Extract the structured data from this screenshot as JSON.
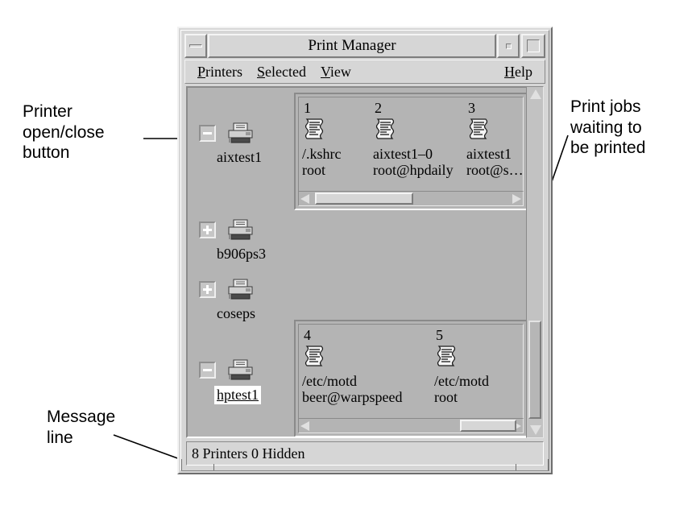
{
  "annotations": {
    "left": "Printer\nopen/close\nbutton",
    "right": "Print jobs\nwaiting to\nbe printed",
    "message": "Message\nline"
  },
  "window": {
    "title": "Print Manager",
    "controls": {
      "window_menu": "window-menu-button",
      "minimize": "minimize-button",
      "maximize": "maximize-button"
    }
  },
  "menubar": {
    "items": [
      {
        "mnemonic": "P",
        "rest": "rinters"
      },
      {
        "mnemonic": "S",
        "rest": "elected"
      },
      {
        "mnemonic": "V",
        "rest": "iew"
      }
    ],
    "help": {
      "mnemonic": "H",
      "rest": "elp"
    }
  },
  "printers": [
    {
      "name": "aixtest1",
      "toggle": "-",
      "expanded": true,
      "selected": false
    },
    {
      "name": "b906ps3",
      "toggle": "+",
      "expanded": false,
      "selected": false
    },
    {
      "name": "coseps",
      "toggle": "+",
      "expanded": false,
      "selected": false
    },
    {
      "name": "hptest1",
      "toggle": "-",
      "expanded": true,
      "selected": true
    }
  ],
  "job_panels": [
    {
      "printer": "aixtest1",
      "scroll_thumb_left_pct": 2,
      "scroll_thumb_width_pct": 44,
      "jobs": [
        {
          "number": "1",
          "name": "/.kshrc",
          "owner": "root"
        },
        {
          "number": "2",
          "name": "aixtest1–0",
          "owner": "root@hpdaily"
        },
        {
          "number": "3",
          "name": "aixtest1",
          "owner": "root@s…"
        }
      ]
    },
    {
      "printer": "hptest1",
      "scroll_thumb_left_pct": 67,
      "scroll_thumb_width_pct": 25,
      "jobs": [
        {
          "number": "4",
          "name": "/etc/motd",
          "owner": "beer@warpspeed"
        },
        {
          "number": "5",
          "name": "/etc/motd",
          "owner": "root"
        }
      ]
    }
  ],
  "status": {
    "message": "8 Printers 0 Hidden"
  },
  "colors": {
    "face": "#d6d6d6",
    "workarea": "#b4b4b4",
    "light": "#ffffff",
    "shadow": "#8a8a8a",
    "text": "#000000"
  }
}
